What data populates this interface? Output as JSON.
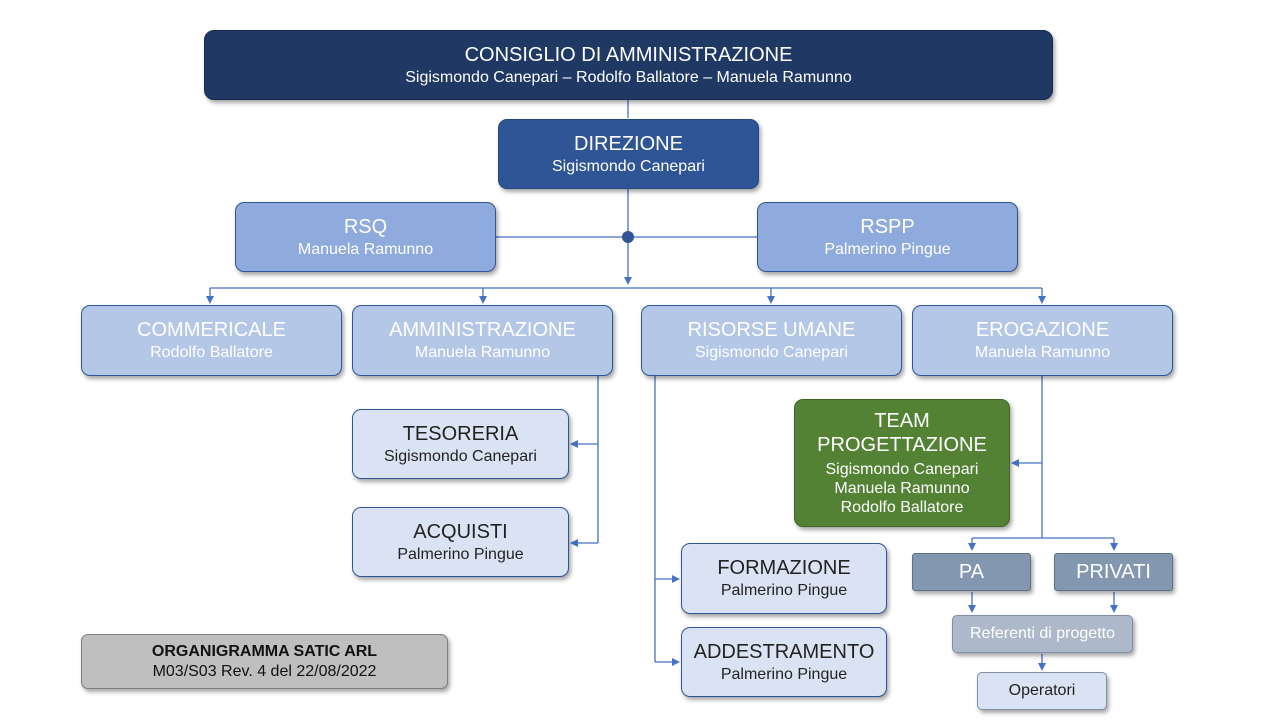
{
  "cda": {
    "title": "CONSIGLIO DI AMMINISTRAZIONE",
    "names": "Sigismondo Canepari – Rodolfo Ballatore – Manuela Ramunno"
  },
  "direzione": {
    "title": "DIREZIONE",
    "name": "Sigismondo Canepari"
  },
  "rsq": {
    "title": "RSQ",
    "name": "Manuela Ramunno"
  },
  "rspp": {
    "title": "RSPP",
    "name": "Palmerino Pingue"
  },
  "commerciale": {
    "title": "COMMERICALE",
    "name": "Rodolfo Ballatore"
  },
  "amministrazione": {
    "title": "AMMINISTRAZIONE",
    "name": "Manuela Ramunno"
  },
  "risorse_umane": {
    "title": "RISORSE UMANE",
    "name": "Sigismondo Canepari"
  },
  "erogazione": {
    "title": "EROGAZIONE",
    "name": "Manuela Ramunno"
  },
  "tesoreria": {
    "title": "TESORERIA",
    "name": "Sigismondo Canepari"
  },
  "acquisti": {
    "title": "ACQUISTI",
    "name": "Palmerino Pingue"
  },
  "team_progettazione": {
    "title_1": "TEAM",
    "title_2": "PROGETTAZIONE",
    "names": [
      "Sigismondo Canepari",
      "Manuela Ramunno",
      "Rodolfo Ballatore"
    ]
  },
  "formazione": {
    "title": "FORMAZIONE",
    "name": "Palmerino Pingue"
  },
  "addestramento": {
    "title": "ADDESTRAMENTO",
    "name": "Palmerino Pingue"
  },
  "pa": {
    "title": "PA"
  },
  "privati": {
    "title": "PRIVATI"
  },
  "referenti": {
    "title": "Referenti di progetto"
  },
  "operatori": {
    "title": "Operatori"
  },
  "legend": {
    "title": "ORGANIGRAMMA SATIC ARL",
    "revision": "M03/S03 Rev. 4 del 22/08/2022"
  },
  "colors": {
    "connector": "#4472c4",
    "navy": "#1f3864",
    "blue": "#2f5597",
    "green": "#548235"
  }
}
